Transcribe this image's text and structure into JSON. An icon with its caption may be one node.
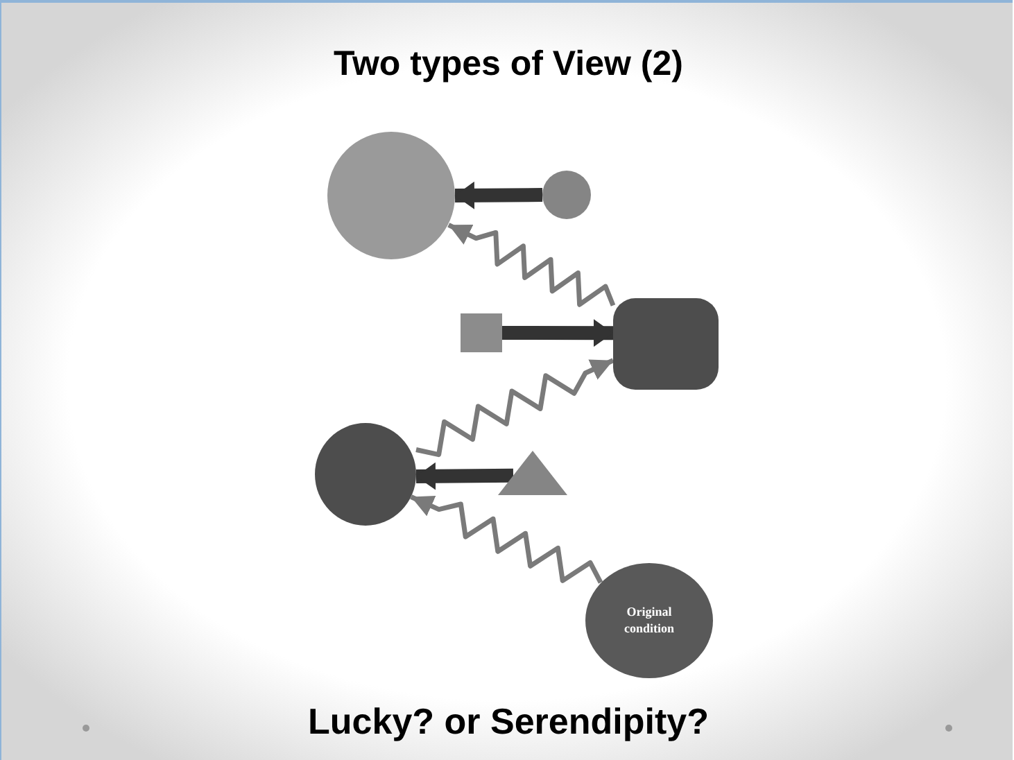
{
  "diagram": {
    "title": "Two types of View (2)",
    "caption": "Lucky? or Serendipity?",
    "nodes": [
      {
        "text": [],
        "shape": "circle"
      },
      {
        "text": [],
        "shape": "circle"
      },
      {
        "text": [],
        "shape": "box"
      },
      {
        "text": [],
        "shape": "box"
      },
      {
        "text": [],
        "shape": "circle"
      },
      {
        "text": [],
        "shape": "triangle"
      },
      {
        "text": [
          "Original condition"
        ]
      }
    ],
    "edges": [
      {
        "from": 1,
        "to": 0,
        "arrow": "to",
        "style": "thick",
        "color": "#333333"
      },
      {
        "from": 2,
        "to": 3,
        "arrow": "to",
        "style": "thick",
        "color": "#333333"
      },
      {
        "from": 5,
        "to": 4,
        "arrow": "to",
        "style": "thick",
        "color": "#333333"
      },
      {
        "from": 3,
        "to": 0,
        "arrow": "to",
        "color": "#7a7a7a"
      },
      {
        "from": 4,
        "to": 3,
        "arrow": "to",
        "color": "#7a7a7a"
      },
      {
        "from": 6,
        "to": 4,
        "arrow": "to",
        "color": "#7a7a7a"
      }
    ]
  }
}
